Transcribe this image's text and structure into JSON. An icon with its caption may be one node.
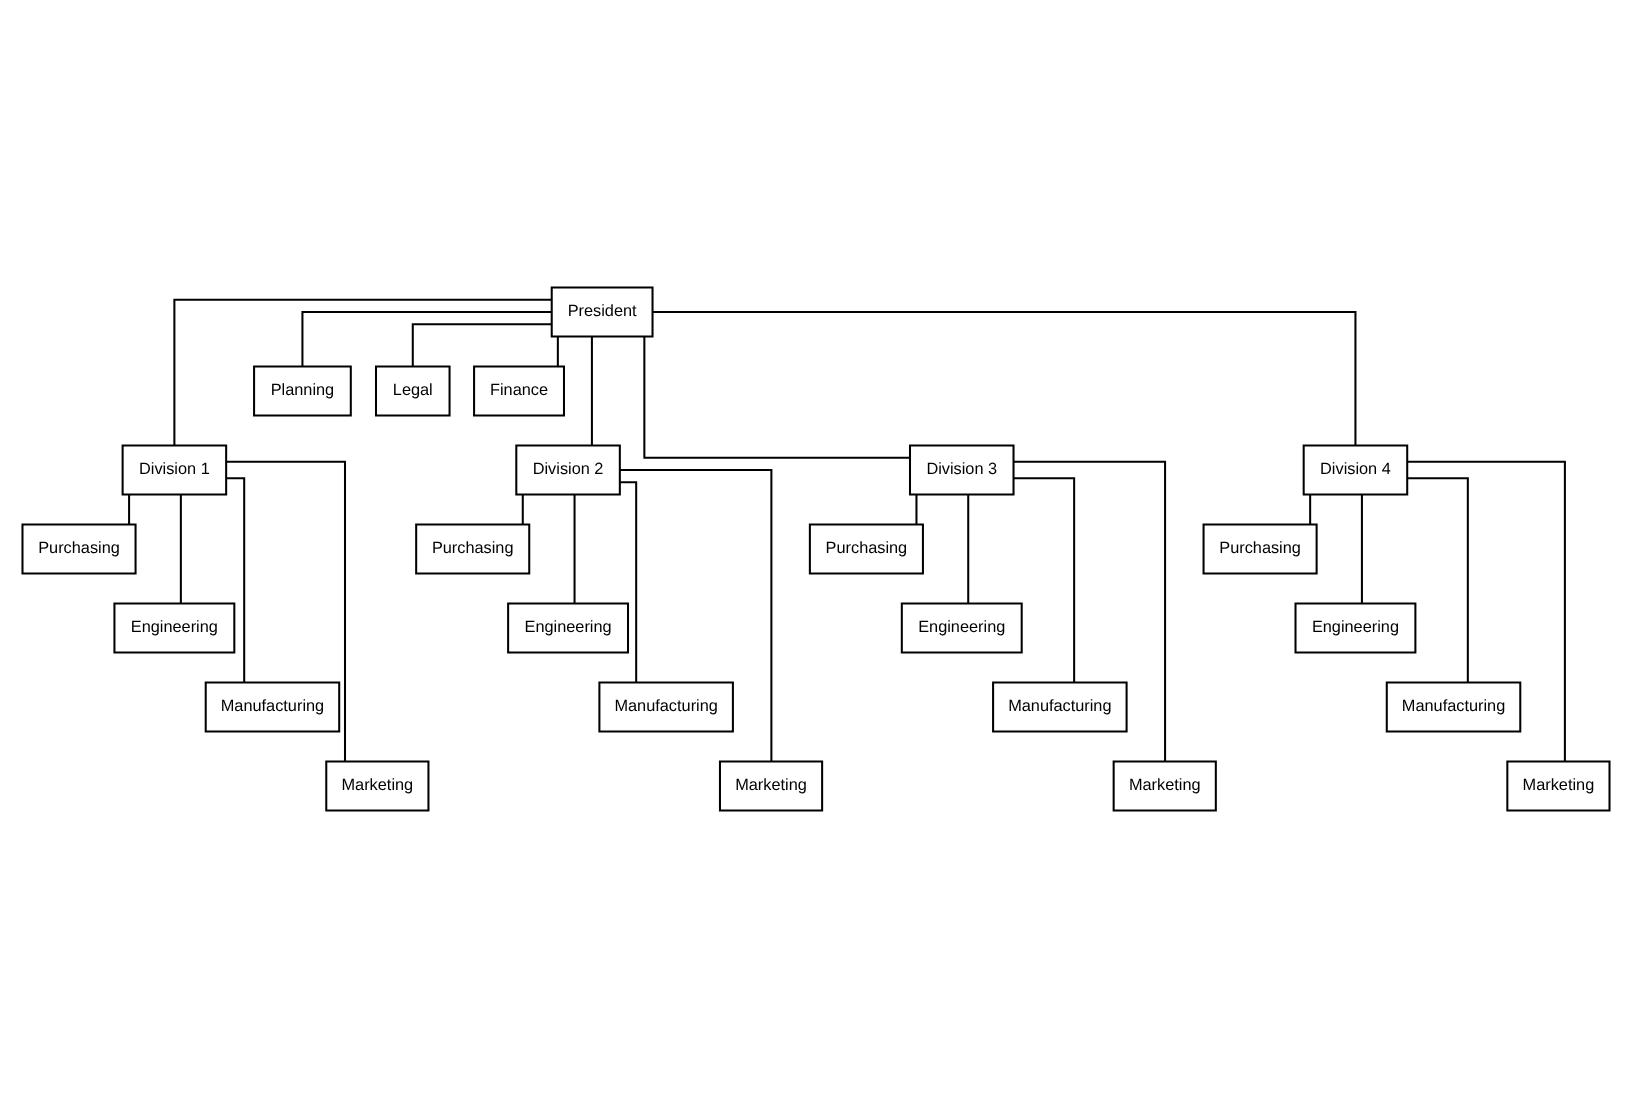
{
  "diagram": {
    "nodes": [
      {
        "text": [
          "President"
        ]
      },
      {
        "text": [
          "Planning"
        ]
      },
      {
        "text": [
          "Legal"
        ]
      },
      {
        "text": [
          "Finance"
        ]
      },
      {
        "text": [
          "Division 1"
        ]
      },
      {
        "text": [
          "Division 2"
        ]
      },
      {
        "text": [
          "Division 3"
        ]
      },
      {
        "text": [
          "Division 4"
        ]
      },
      {
        "text": [
          "Purchasing"
        ]
      },
      {
        "text": [
          "Purchasing"
        ]
      },
      {
        "text": [
          "Purchasing"
        ]
      },
      {
        "text": [
          "Purchasing"
        ]
      },
      {
        "text": [
          "Engineering"
        ]
      },
      {
        "text": [
          "Engineering"
        ]
      },
      {
        "text": [
          "Engineering"
        ]
      },
      {
        "text": [
          "Engineering"
        ]
      },
      {
        "text": [
          "Manufacturing"
        ]
      },
      {
        "text": [
          "Manufacturing"
        ]
      },
      {
        "text": [
          "Manufacturing"
        ]
      },
      {
        "text": [
          "Manufacturing"
        ]
      },
      {
        "text": [
          "Marketing"
        ]
      },
      {
        "text": [
          "Marketing"
        ]
      },
      {
        "text": [
          "Marketing"
        ]
      },
      {
        "text": [
          "Marketing"
        ]
      }
    ],
    "edges": [
      {
        "from": 0,
        "to": 1,
        "arrow": "none"
      },
      {
        "from": 0,
        "to": 2,
        "arrow": "none"
      },
      {
        "from": 0,
        "to": 3,
        "arrow": "none"
      },
      {
        "from": 0,
        "to": 4,
        "arrow": "none"
      },
      {
        "from": 0,
        "to": 5,
        "arrow": "none"
      },
      {
        "from": 0,
        "to": 6,
        "arrow": "none"
      },
      {
        "from": 0,
        "to": 7,
        "arrow": "none"
      },
      {
        "from": 4,
        "to": 8,
        "arrow": "none"
      },
      {
        "from": 4,
        "to": 12,
        "arrow": "none"
      },
      {
        "from": 4,
        "to": 16,
        "arrow": "none"
      },
      {
        "from": 4,
        "to": 20,
        "arrow": "none"
      },
      {
        "from": 5,
        "to": 9,
        "arrow": "none"
      },
      {
        "from": 5,
        "to": 13,
        "arrow": "none"
      },
      {
        "from": 5,
        "to": 17,
        "arrow": "none"
      },
      {
        "from": 5,
        "to": 21,
        "arrow": "none"
      },
      {
        "from": 6,
        "to": 10,
        "arrow": "none"
      },
      {
        "from": 6,
        "to": 14,
        "arrow": "none"
      },
      {
        "from": 6,
        "to": 18,
        "arrow": "none"
      },
      {
        "from": 6,
        "to": 22,
        "arrow": "none"
      },
      {
        "from": 7,
        "to": 11,
        "arrow": "none"
      },
      {
        "from": 7,
        "to": 15,
        "arrow": "none"
      },
      {
        "from": 7,
        "to": 19,
        "arrow": "none"
      },
      {
        "from": 7,
        "to": 23,
        "arrow": "none"
      }
    ]
  }
}
